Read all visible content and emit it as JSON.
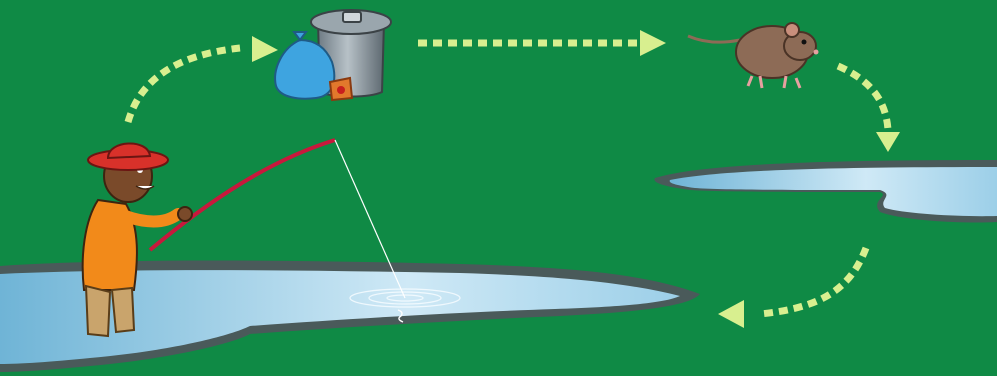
{
  "colors": {
    "background": "#0f8a45",
    "arrow": "#d8ef8f",
    "water": "#a9d6ec",
    "water_edge": "#4a5a5a",
    "rod": "#c8183c",
    "shirt": "#f28a1a",
    "hat": "#d8312a",
    "skin": "#7a4a2a",
    "rat": "#8d6b56",
    "trash_can": "#8d9aa3",
    "bag": "#3ea4e0"
  },
  "icons": {
    "fisherman": "fisherman-icon",
    "trash": "trash-can-icon",
    "rat": "rat-icon",
    "lake": "lake-icon",
    "pond": "pond-icon"
  },
  "flow": [
    "fisherman",
    "trash",
    "rat",
    "pond",
    "lake"
  ]
}
